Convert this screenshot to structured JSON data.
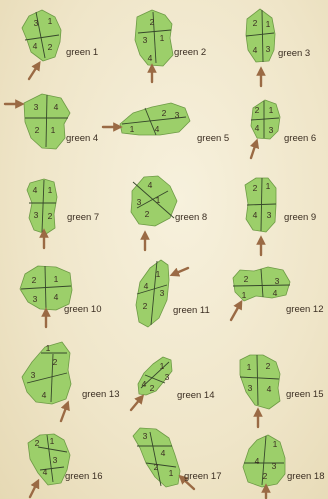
{
  "diagram": {
    "greens": [
      {
        "label": "green 1",
        "sections": [
          "3",
          "1",
          "4",
          "2"
        ]
      },
      {
        "label": "green 2",
        "sections": [
          "2",
          "3",
          "1",
          "4"
        ]
      },
      {
        "label": "green 3",
        "sections": [
          "2",
          "1",
          "4",
          "3"
        ]
      },
      {
        "label": "green 4",
        "sections": [
          "3",
          "4",
          "2",
          "1"
        ]
      },
      {
        "label": "green 5",
        "sections": [
          "2",
          "3",
          "1",
          "4"
        ]
      },
      {
        "label": "green 6",
        "sections": [
          "2",
          "1",
          "4",
          "3"
        ]
      },
      {
        "label": "green 7",
        "sections": [
          "4",
          "1",
          "3",
          "2"
        ]
      },
      {
        "label": "green 8",
        "sections": [
          "4",
          "3",
          "1",
          "2"
        ]
      },
      {
        "label": "green 9",
        "sections": [
          "2",
          "1",
          "4",
          "3"
        ]
      },
      {
        "label": "green 10",
        "sections": [
          "2",
          "1",
          "3",
          "4"
        ]
      },
      {
        "label": "green 11",
        "sections": [
          "1",
          "4",
          "3",
          "2"
        ]
      },
      {
        "label": "green 12",
        "sections": [
          "2",
          "3",
          "1",
          "4"
        ]
      },
      {
        "label": "green 13",
        "sections": [
          "1",
          "2",
          "3",
          "4"
        ]
      },
      {
        "label": "green 14",
        "sections": [
          "1",
          "3",
          "4",
          "2"
        ]
      },
      {
        "label": "green 15",
        "sections": [
          "1",
          "2",
          "3",
          "4"
        ]
      },
      {
        "label": "green 16",
        "sections": [
          "2",
          "1",
          "3",
          "4"
        ]
      },
      {
        "label": "green 17",
        "sections": [
          "3",
          "4",
          "2",
          "1"
        ]
      },
      {
        "label": "green 18",
        "sections": [
          "1",
          "4",
          "3",
          "2"
        ]
      }
    ],
    "colors": {
      "background": "#f1e8cd",
      "green_fill": "#9ccf6a",
      "green_stroke": "#6d9a45",
      "divider": "#36472a",
      "arrow": "#9a6a44",
      "text": "#3b2e22"
    },
    "icons": [
      "green-shape",
      "approach-arrow"
    ]
  }
}
